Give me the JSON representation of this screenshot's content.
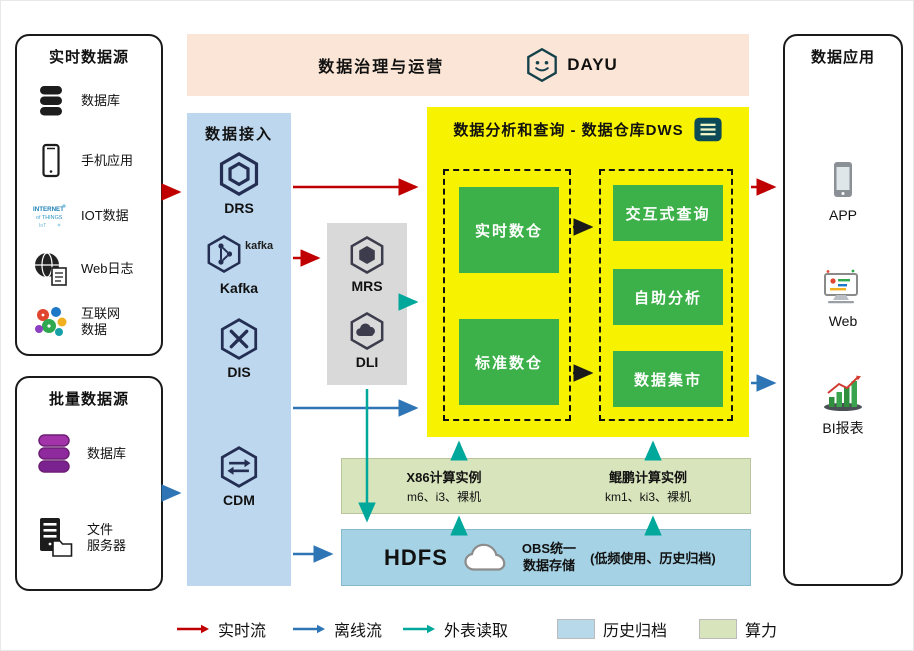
{
  "colors": {
    "realtime_flow": "#c00000",
    "offline_flow": "#2e75b6",
    "external_read": "#00a89b",
    "archive_swatch": "#b8d9ea",
    "compute_swatch": "#d8e4bc",
    "dws_bg": "#f7f200",
    "warehouse_green": "#3cb049",
    "ingest_bg": "#bdd7ee",
    "governance_bg": "#fbe5d6"
  },
  "governance": {
    "title": "数据治理与运营",
    "product": "DAYU"
  },
  "realtime_sources": {
    "title": "实时数据源",
    "items": [
      {
        "label": "数据库"
      },
      {
        "label": "手机应用"
      },
      {
        "label": "IOT数据"
      },
      {
        "label": "Web日志"
      },
      {
        "label": "互联网\n数据"
      }
    ]
  },
  "batch_sources": {
    "title": "批量数据源",
    "items": [
      {
        "label": "数据库"
      },
      {
        "label": "文件\n服务器"
      }
    ]
  },
  "ingestion": {
    "title": "数据接入",
    "kafka_logo_text": "kafka",
    "items": [
      {
        "label": "DRS"
      },
      {
        "label": "Kafka"
      },
      {
        "label": "DIS"
      },
      {
        "label": "CDM"
      }
    ]
  },
  "processing": {
    "items": [
      {
        "label": "MRS"
      },
      {
        "label": "DLI"
      }
    ]
  },
  "dws": {
    "title": "数据分析和查询 - 数据仓库DWS",
    "warehouses": [
      "实时数仓",
      "标准数仓"
    ],
    "services": [
      "交互式查询",
      "自助分析",
      "数据集市"
    ]
  },
  "compute": {
    "x86_title": "X86计算实例",
    "x86_sub": "m6、i3、裸机",
    "kunpeng_title": "鲲鹏计算实例",
    "kunpeng_sub": "km1、ki3、裸机"
  },
  "storage": {
    "hdfs": "HDFS",
    "obs": "OBS统一\n数据存储",
    "note": "(低频使用、历史归档)"
  },
  "applications": {
    "title": "数据应用",
    "items": [
      {
        "label": "APP"
      },
      {
        "label": "Web"
      },
      {
        "label": "BI报表"
      }
    ]
  },
  "legend": {
    "realtime": "实时流",
    "offline": "离线流",
    "external": "外表读取",
    "archive": "历史归档",
    "compute": "算力"
  }
}
